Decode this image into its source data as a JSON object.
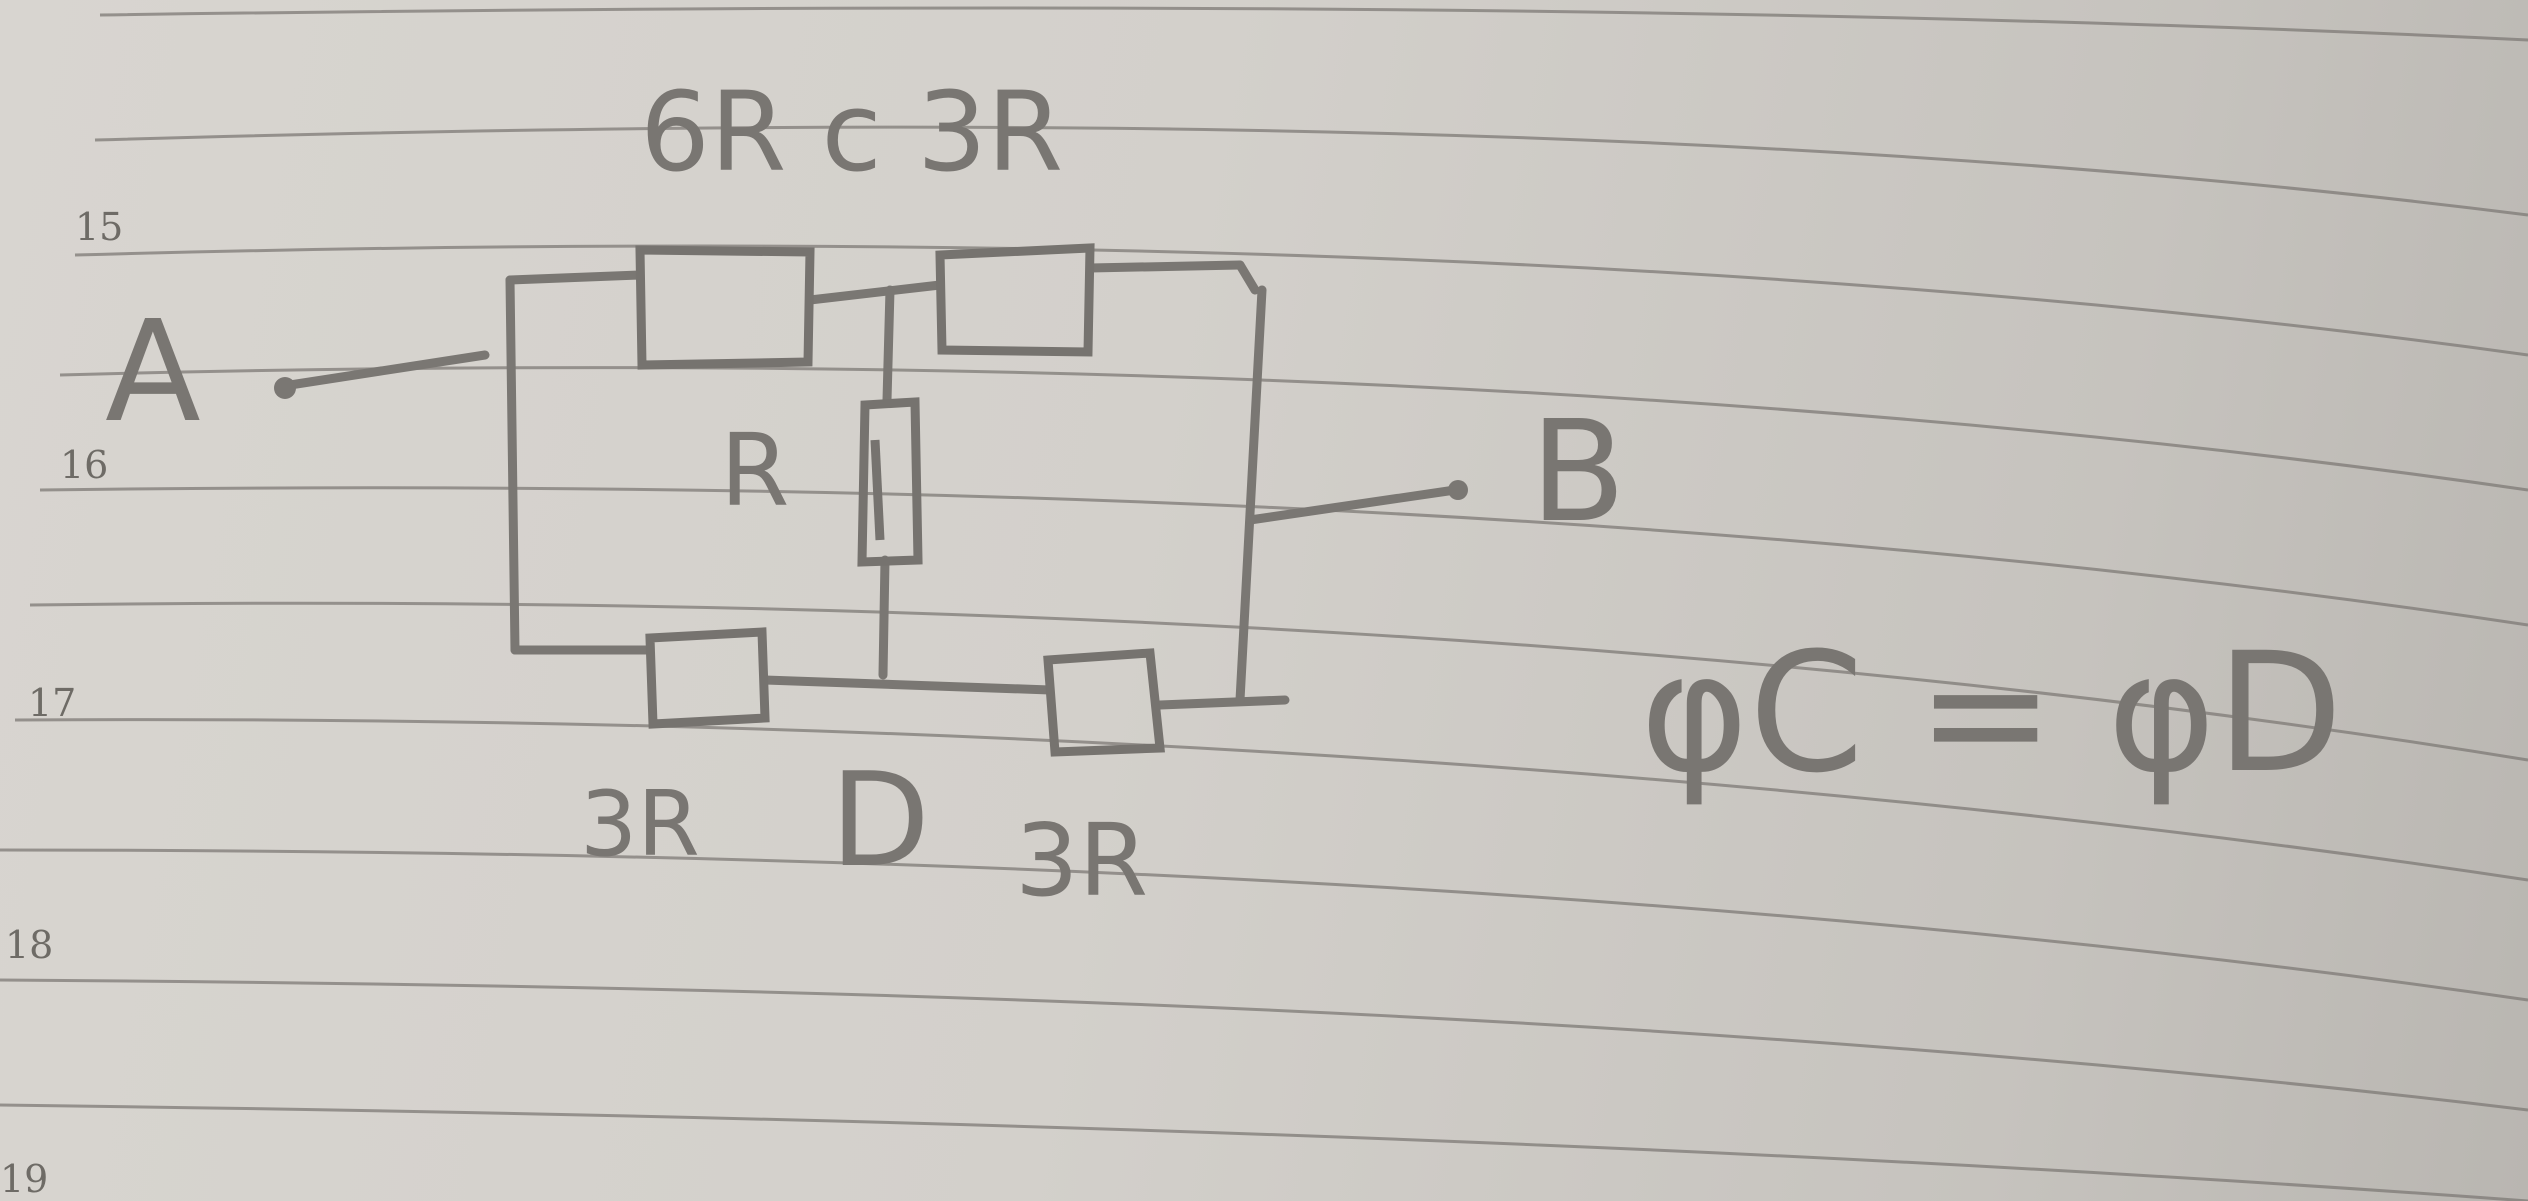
{
  "line_numbers": [
    "15",
    "16",
    "17",
    "18",
    "19"
  ],
  "nodes": {
    "a": "A",
    "b": "B",
    "d": "D"
  },
  "labels": {
    "top": "6R c 3R",
    "middle": "R",
    "bottom_left": "3R",
    "bottom_right": "3R"
  },
  "equation": "φC = φD",
  "colors": {
    "paper": "#d3d0cb",
    "pencil": "#7a7773"
  }
}
